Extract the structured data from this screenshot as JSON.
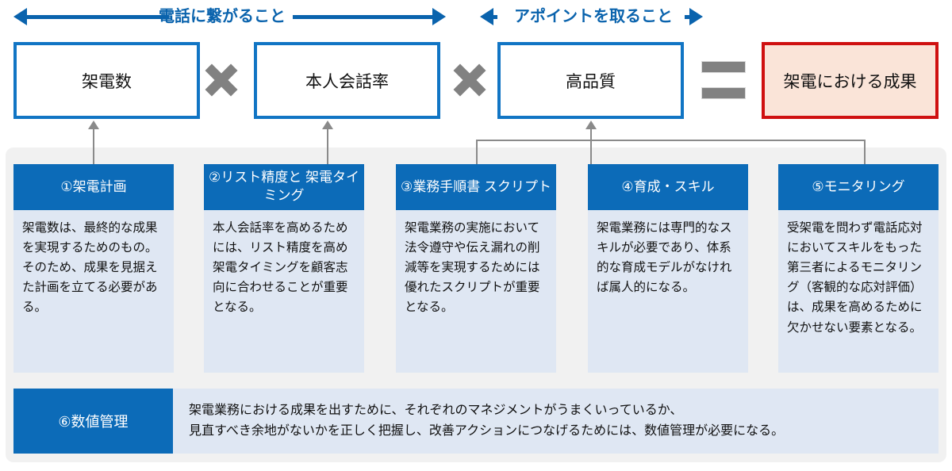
{
  "header": {
    "left_label": "電話に繋がること",
    "right_label": "アポイントを取ること"
  },
  "formula": {
    "factors": [
      {
        "label": "架電数"
      },
      {
        "label": "本人会話率"
      },
      {
        "label": "高品質"
      }
    ],
    "operator_multiply": "×",
    "operator_equals": "=",
    "outcome": "架電における成果",
    "colors": {
      "factor_border": "#1175c4",
      "outcome_border": "#cf1010",
      "outcome_fill": "#fae4d8",
      "operator": "#818181",
      "accent_blue": "#0a63ad",
      "card_header": "#0c6bb8",
      "card_body": "#dfe7f3",
      "panel": "#f1f1f1",
      "connector": "#8a8a8a"
    }
  },
  "cards": [
    {
      "title": "①架電計画",
      "body": "架電数は、最終的な成果を実現するためのもの。\nそのため、成果を見据えた計画を立てる必要がある。"
    },
    {
      "title": "②リスト精度と\n架電タイミング",
      "body": "本人会話率を高めるためには、リスト精度を高め架電タイミングを顧客志向に合わせることが重要となる。"
    },
    {
      "title": "③業務手順書\nスクリプト",
      "body": "架電業務の実施において法令遵守や伝え漏れの削減等を実現するためには優れたスクリプトが重要となる。"
    },
    {
      "title": "④育成・スキル",
      "body": "架電業務には専門的なスキルが必要であり、体系的な育成モデルがなければ属人的になる。"
    },
    {
      "title": "⑤モニタリング",
      "body": "受架電を問わず電話応対においてスキルをもった第三者によるモニタリング（客観的な応対評価）は、成果を高めるために欠かせない要素となる。"
    }
  ],
  "row6": {
    "label": "⑥数値管理",
    "body": "架電業務における成果を出すために、それぞれのマネジメントがうまくいっているか、\n見直すべき余地がないかを正しく把握し、改善アクションにつなげるためには、数値管理が必要になる。"
  }
}
